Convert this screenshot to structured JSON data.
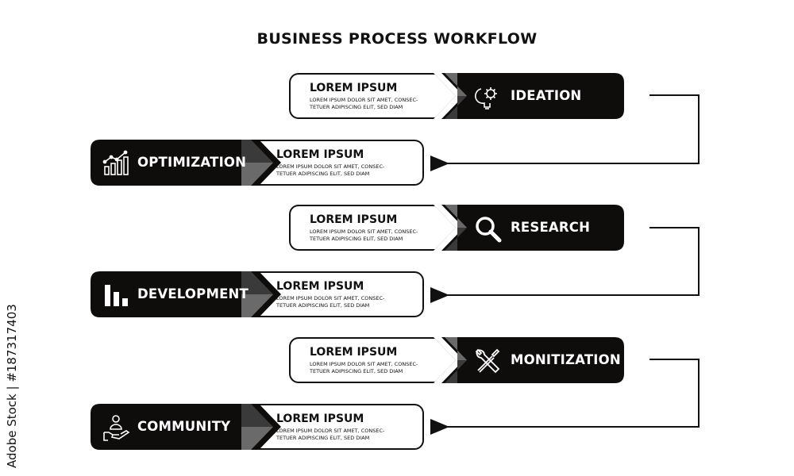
{
  "title": "BUSINESS PROCESS WORKFLOW",
  "watermark": "Adobe Stock | #187317403",
  "colors": {
    "band": "#0f0c0c",
    "chevron_dark": "#3a3a3a",
    "chevron_light": "#6a6a6a",
    "line": "#111111"
  },
  "steps": [
    {
      "label": "IDEATION",
      "icon": "lightbulb-gear-icon",
      "heading": "LOREM IPSUM",
      "body": "LOREM IPSUM DOLOR SIT AMET, CONSEC-TETUER ADIPISCING ELIT, SED DIAM"
    },
    {
      "label": "OPTIMIZATION",
      "icon": "growth-chart-icon",
      "heading": "LOREM IPSUM",
      "body": "LOREM IPSUM DOLOR SIT AMET, CONSEC-TETUER ADIPISCING ELIT, SED DIAM"
    },
    {
      "label": "RESEARCH",
      "icon": "magnifier-icon",
      "heading": "LOREM IPSUM",
      "body": "LOREM IPSUM DOLOR SIT AMET, CONSEC-TETUER ADIPISCING ELIT, SED DIAM"
    },
    {
      "label": "DEVELOPMENT",
      "icon": "bar-chart-icon",
      "heading": "LOREM IPSUM",
      "body": "LOREM IPSUM DOLOR SIT AMET, CONSEC-TETUER ADIPISCING ELIT, SED DIAM"
    },
    {
      "label": "MONITIZATION",
      "icon": "tools-icon",
      "heading": "LOREM IPSUM",
      "body": "LOREM IPSUM DOLOR SIT AMET, CONSEC-TETUER ADIPISCING ELIT, SED DIAM"
    },
    {
      "label": "COMMUNITY",
      "icon": "hand-person-icon",
      "heading": "LOREM IPSUM",
      "body": "LOREM IPSUM DOLOR SIT AMET, CONSEC-TETUER ADIPISCING ELIT, SED DIAM"
    }
  ]
}
